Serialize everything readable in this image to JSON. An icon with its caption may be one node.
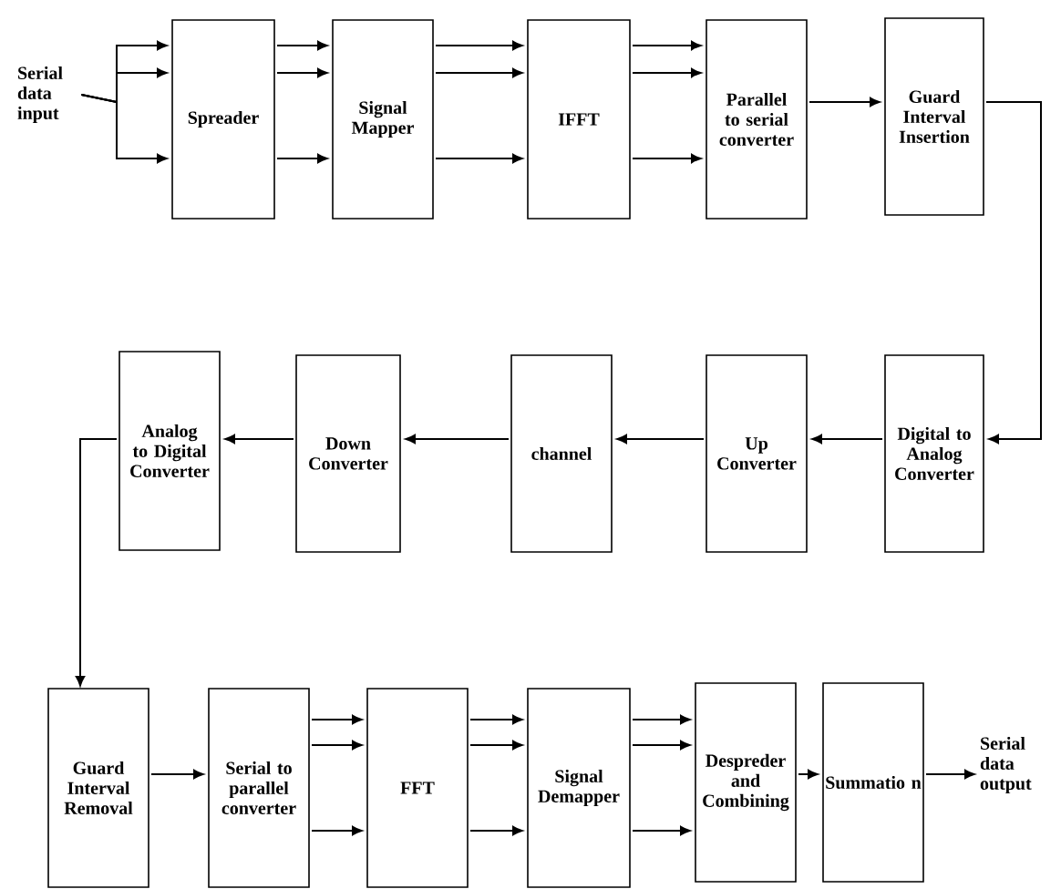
{
  "diagram": {
    "nodes": [
      {
        "text": [
          "Serial data input"
        ]
      },
      {
        "text": [
          "Spreader"
        ]
      },
      {
        "text": [
          "Signal Mapper"
        ]
      },
      {
        "text": [
          "IFFT"
        ]
      },
      {
        "text": [
          "Parallel to serial converter"
        ]
      },
      {
        "text": [
          "Guard Interval Insertion"
        ]
      },
      {
        "text": [
          "Digital to Analog Converter"
        ]
      },
      {
        "text": [
          "Up Converter"
        ]
      },
      {
        "text": [
          "channel"
        ]
      },
      {
        "text": [
          "Down Converter"
        ]
      },
      {
        "text": [
          "Analog to Digital Converter"
        ]
      },
      {
        "text": [
          "Guard Interval Removal"
        ]
      },
      {
        "text": [
          "Serial to parallel converter"
        ]
      },
      {
        "text": [
          "FFT"
        ]
      },
      {
        "text": [
          "Signal Demapper"
        ]
      },
      {
        "text": [
          "Despreder and Combining"
        ]
      },
      {
        "text": [
          "Summatio n"
        ]
      },
      {
        "text": [
          "Serial data output"
        ]
      }
    ],
    "edges": [
      {
        "from": 0,
        "to": 1,
        "arrow": "to"
      },
      {
        "from": 0,
        "to": 1,
        "arrow": "to"
      },
      {
        "from": 0,
        "to": 1,
        "arrow": "to"
      },
      {
        "from": 1,
        "to": 2,
        "arrow": "to"
      },
      {
        "from": 1,
        "to": 2,
        "arrow": "to"
      },
      {
        "from": 1,
        "to": 2,
        "arrow": "to"
      },
      {
        "from": 2,
        "to": 3,
        "arrow": "to"
      },
      {
        "from": 2,
        "to": 3,
        "arrow": "to"
      },
      {
        "from": 2,
        "to": 3,
        "arrow": "to"
      },
      {
        "from": 3,
        "to": 4,
        "arrow": "to"
      },
      {
        "from": 3,
        "to": 4,
        "arrow": "to"
      },
      {
        "from": 3,
        "to": 4,
        "arrow": "to"
      },
      {
        "from": 4,
        "to": 5,
        "arrow": "to"
      },
      {
        "from": 5,
        "to": 6,
        "arrow": "to"
      },
      {
        "from": 6,
        "to": 7,
        "arrow": "to"
      },
      {
        "from": 7,
        "to": 8,
        "arrow": "to"
      },
      {
        "from": 8,
        "to": 9,
        "arrow": "to"
      },
      {
        "from": 9,
        "to": 10,
        "arrow": "to"
      },
      {
        "from": 10,
        "to": 11,
        "arrow": "to"
      },
      {
        "from": 11,
        "to": 12,
        "arrow": "to"
      },
      {
        "from": 12,
        "to": 13,
        "arrow": "to"
      },
      {
        "from": 12,
        "to": 13,
        "arrow": "to"
      },
      {
        "from": 12,
        "to": 13,
        "arrow": "to"
      },
      {
        "from": 13,
        "to": 14,
        "arrow": "to"
      },
      {
        "from": 13,
        "to": 14,
        "arrow": "to"
      },
      {
        "from": 13,
        "to": 14,
        "arrow": "to"
      },
      {
        "from": 14,
        "to": 15,
        "arrow": "to"
      },
      {
        "from": 14,
        "to": 15,
        "arrow": "to"
      },
      {
        "from": 14,
        "to": 15,
        "arrow": "to"
      },
      {
        "from": 15,
        "to": 16,
        "arrow": "to"
      },
      {
        "from": 16,
        "to": 17,
        "arrow": "to"
      }
    ]
  }
}
